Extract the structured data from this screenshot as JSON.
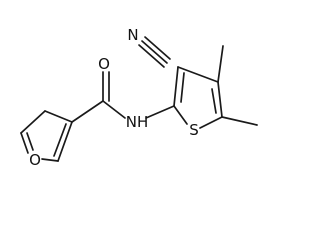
{
  "molecule": {
    "atoms": {
      "nitrile_n": "N",
      "carbonyl_o": "O",
      "amide_n": "NH",
      "thiophene_s": "S",
      "furan_o": "O"
    },
    "colors": {
      "bond": "#1a1a1a",
      "label": "#111111",
      "background": "#ffffff"
    }
  }
}
